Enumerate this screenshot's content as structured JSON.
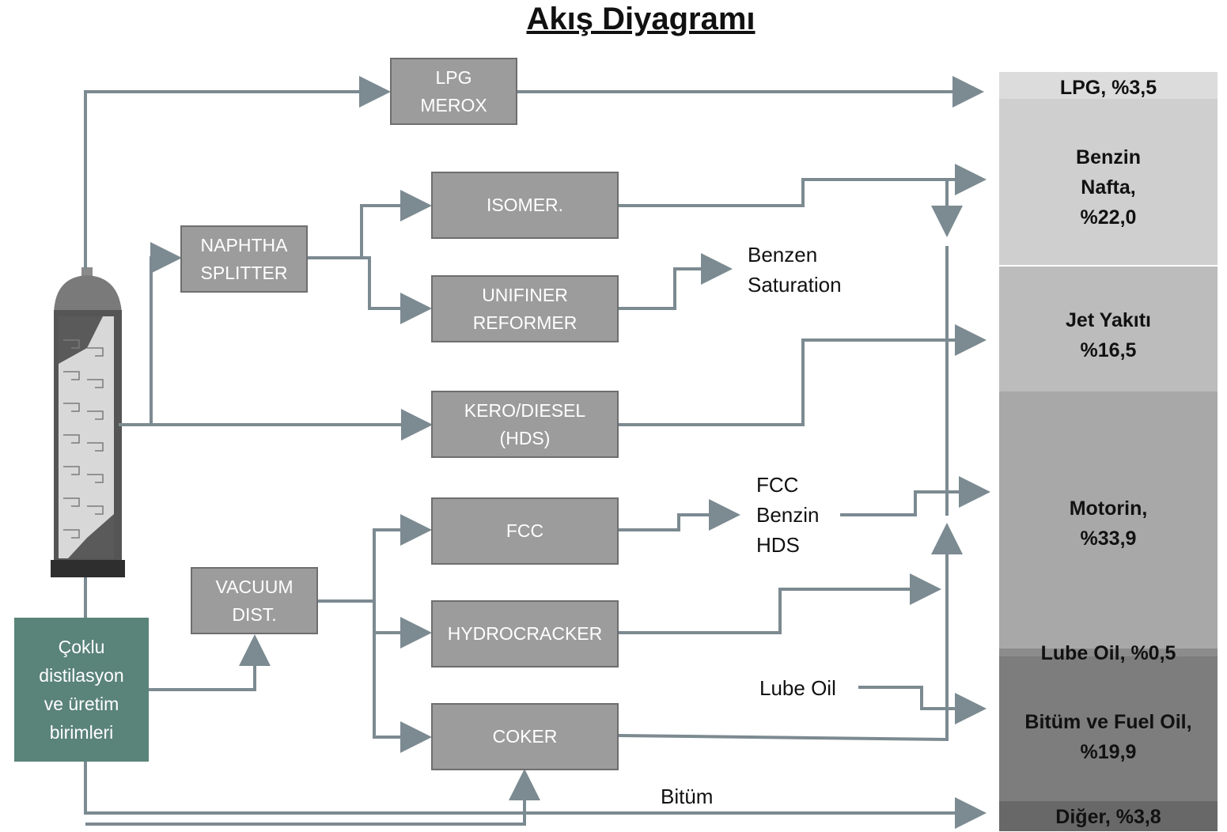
{
  "title": "Akış Diyagramı",
  "units": {
    "lpg_merox": [
      "LPG",
      "MEROX"
    ],
    "naphtha_splitter": [
      "NAPHTHA",
      "SPLITTER"
    ],
    "isomer": [
      "ISOMER."
    ],
    "unifiner_reformer": [
      "UNIFINER",
      "REFORMER"
    ],
    "kero_diesel": [
      "KERO/DIESEL",
      "(HDS)"
    ],
    "vacuum_dist": [
      "VACUUM",
      "DIST."
    ],
    "fcc": [
      "FCC"
    ],
    "hydrocracker": [
      "HYDROCRACKER"
    ],
    "coker": [
      "COKER"
    ]
  },
  "source_box": [
    "Çoklu",
    "distilasyon",
    "ve üretim",
    "birimleri"
  ],
  "labels": {
    "benzen_saturation": [
      "Benzen",
      "Saturation"
    ],
    "fcc_benzin_hds": [
      "FCC",
      "Benzin",
      "HDS"
    ],
    "lube_oil": "Lube Oil",
    "bitum": "Bitüm"
  },
  "products": {
    "lpg": "LPG, %3,5",
    "benzin_nafta": [
      "Benzin",
      "Nafta,",
      "%22,0"
    ],
    "jet": [
      "Jet Yakıtı",
      "%16,5"
    ],
    "motorin": [
      "Motorin,",
      "%33,9"
    ],
    "lube_oil": "Lube Oil, %0,5",
    "bitum_fuel_oil": [
      "Bitüm ve Fuel Oil,",
      "%19,9"
    ],
    "diger": "Diğer, %3,8"
  },
  "colors": {
    "line": "#7c8a91",
    "box_fill": "#9c9c9c",
    "source_fill": "#5a8379",
    "column_bands": [
      "#dcdcdc",
      "#cfcfcf",
      "#bcbcbc",
      "#a8a8a8",
      "#8c8c8c",
      "#7d7d7d",
      "#686868"
    ]
  }
}
